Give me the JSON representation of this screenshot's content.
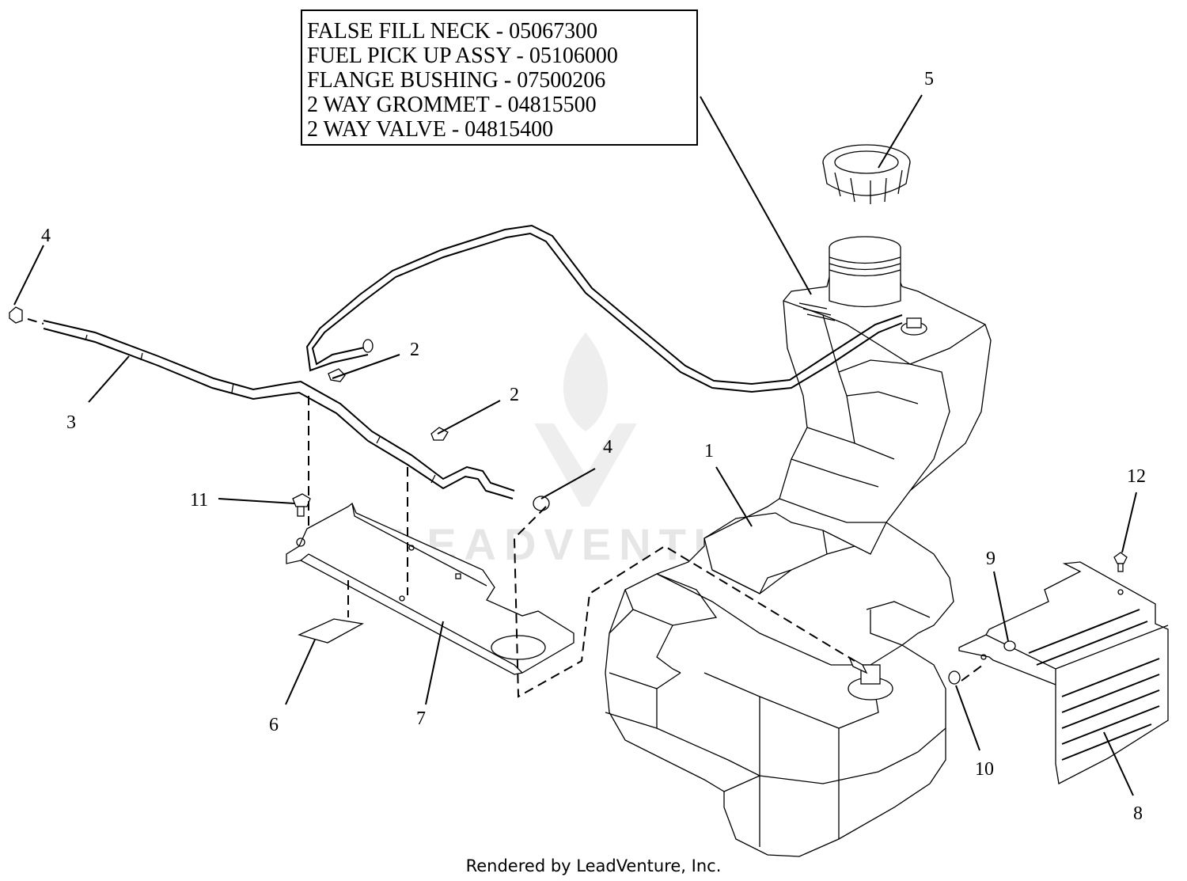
{
  "parts_box": {
    "lines": [
      "FALSE FILL NECK - 05067300",
      "FUEL PICK UP ASSY - 05106000",
      "FLANGE BUSHING - 07500206",
      "2 WAY GROMMET - 04815500",
      "2 WAY VALVE - 04815400"
    ]
  },
  "callouts": {
    "tank": "1",
    "clamp_upper": "2",
    "clamp_lower": "2",
    "hose_long": "3",
    "cap_left": "4",
    "cap_right": "4",
    "fuel_cap": "5",
    "pad": "6",
    "bracket": "7",
    "shield": "8",
    "nut": "9",
    "washer": "10",
    "screw_left": "11",
    "screw_right": "12"
  },
  "watermark": "LEADVENTURE",
  "footer": "Rendered by LeadVenture, Inc."
}
